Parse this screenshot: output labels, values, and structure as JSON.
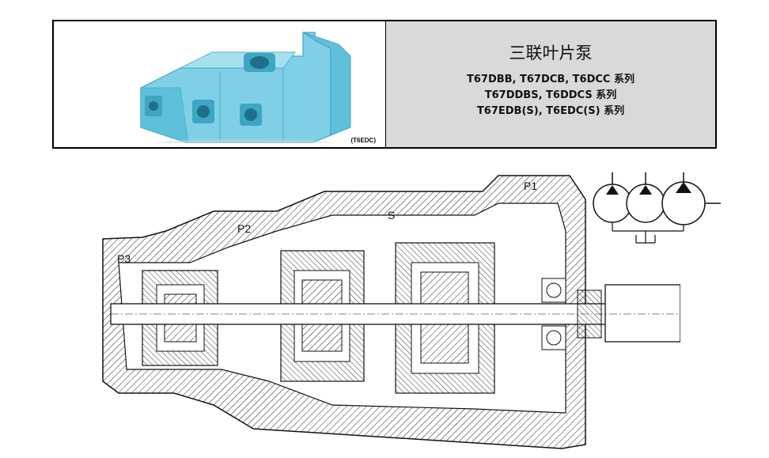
{
  "header": {
    "title": "三联叶片泵",
    "series": [
      "T67DBB, T67DCB, T6DCC 系列",
      "T67DDBS, T6DDCS 系列",
      "T67EDB(S), T6EDC(S) 系列"
    ],
    "photo_caption": "(T6EDC)"
  },
  "drawing": {
    "ports": [
      "P1",
      "P2",
      "P3",
      "S"
    ]
  },
  "colors": {
    "pump_body": "#7fd0e6",
    "pump_shadow": "#4fb3cf",
    "info_background": "#d9d9d9"
  }
}
